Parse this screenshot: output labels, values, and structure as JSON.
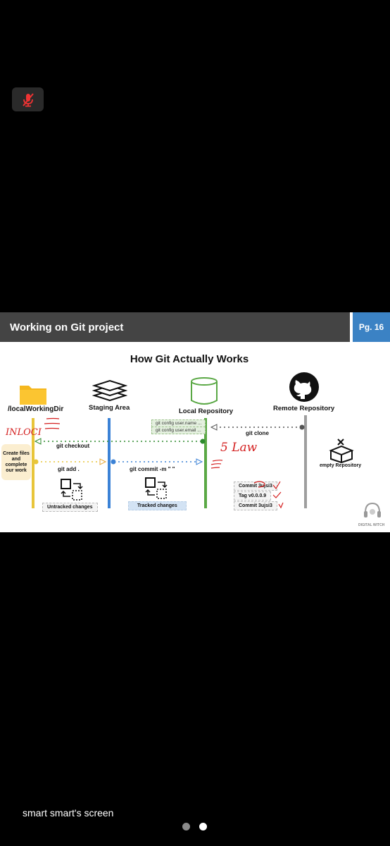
{
  "slide": {
    "title": "Working on Git project",
    "page": "Pg. 16",
    "heading": "How Git Actually Works",
    "lanes": {
      "working": "/localWorkingDir",
      "staging": "Staging Area",
      "local": "Local Repository",
      "remote": "Remote Repository"
    },
    "note": "Create files and complete our work",
    "config": [
      "git config user.name ...",
      "git config user.email ..."
    ],
    "commands": {
      "clone": "git clone",
      "checkout": "git checkout",
      "add": "git add .",
      "commit": "git commit -m \" \""
    },
    "untracked": "Untracked changes",
    "tracked": "Tracked changes",
    "empty_repo": "empty Repository",
    "history": [
      "Commit 3ujsi3",
      "Tag v0.0.0.9",
      "Commit 3ujsi3"
    ],
    "logo_text": "DIGITAL WITCH",
    "colors": {
      "working": "#e8c53a",
      "staging": "#3b82d6",
      "local": "#5aa845",
      "remote": "#9e9e9e"
    }
  },
  "annotations": [
    "INLOCI",
    "5 Law"
  ],
  "screen_share_name": "smart smart's screen",
  "pager": {
    "count": 2,
    "active": 2
  }
}
